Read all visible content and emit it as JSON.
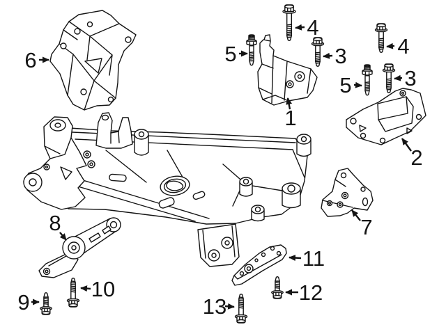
{
  "diagram": {
    "background_color": "#ffffff",
    "line_color": "#141414",
    "callouts": [
      {
        "label": "1",
        "part": "engine-mount"
      },
      {
        "label": "2",
        "part": "transmission-mount"
      },
      {
        "label": "3",
        "part": "hex-flange-bolt",
        "group": "engine-mount-hardware"
      },
      {
        "label": "4",
        "part": "hex-flange-bolt",
        "group": "engine-mount-hardware"
      },
      {
        "label": "5",
        "part": "mounting-stud",
        "group": "engine-mount-hardware"
      },
      {
        "label": "4",
        "part": "hex-flange-bolt",
        "group": "transmission-mount-hardware"
      },
      {
        "label": "3",
        "part": "hex-flange-bolt",
        "group": "transmission-mount-hardware"
      },
      {
        "label": "5",
        "part": "mounting-stud",
        "group": "transmission-mount-hardware"
      },
      {
        "label": "6",
        "part": "engine-support-bracket"
      },
      {
        "label": "7",
        "part": "transmission-support-bracket"
      },
      {
        "label": "8",
        "part": "torque-strut-mount"
      },
      {
        "label": "9",
        "part": "hex-flange-bolt"
      },
      {
        "label": "10",
        "part": "hex-flange-bolt"
      },
      {
        "label": "11",
        "part": "lower-support-bracket"
      },
      {
        "label": "12",
        "part": "hex-flange-bolt"
      },
      {
        "label": "13",
        "part": "hex-flange-bolt"
      }
    ]
  }
}
